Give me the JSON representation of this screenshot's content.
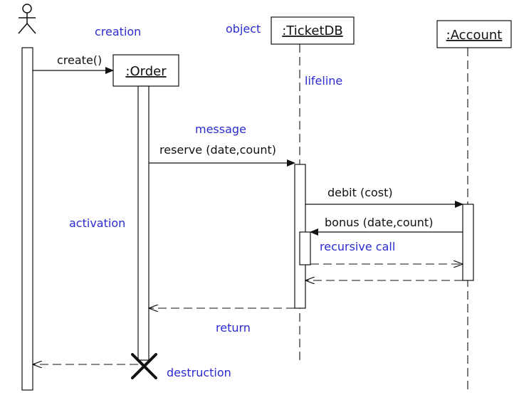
{
  "colors": {
    "annotation": "#2b2bd0",
    "line": "#111111"
  },
  "objects": {
    "ticketdb": ":TicketDB",
    "order": ":Order",
    "account": ":Account"
  },
  "messages": {
    "create": "create()",
    "reserve": "reserve (date,count)",
    "debit": "debit (cost)",
    "bonus": "bonus (date,count)"
  },
  "annotations": {
    "creation": "creation",
    "object": "object",
    "lifeline": "lifeline",
    "message": "message",
    "activation": "activation",
    "recursive_call": "recursive call",
    "return": "return",
    "destruction": "destruction"
  }
}
